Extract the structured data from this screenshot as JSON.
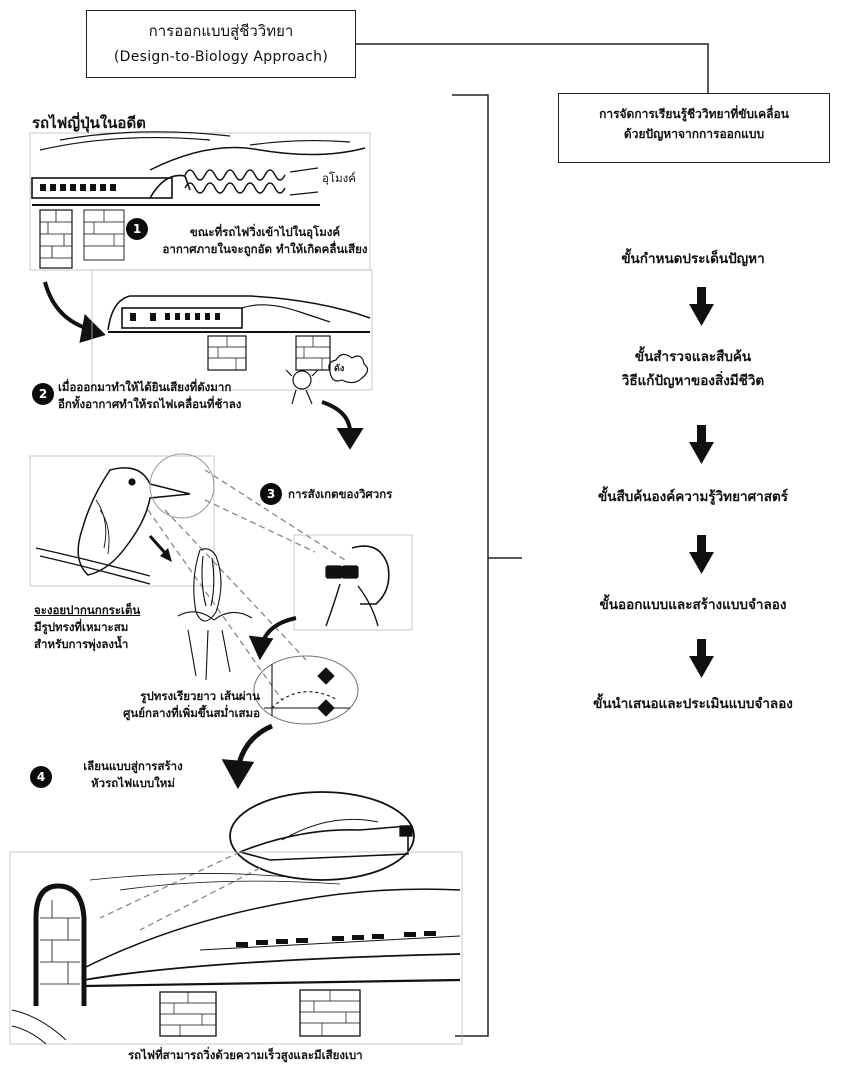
{
  "header": {
    "title_th": "การออกแบบสู่ชีววิทยา",
    "title_en": "(Design-to-Biology Approach)"
  },
  "right_box": {
    "line1": "การจัดการเรียนรู้ชีววิทยาที่ขับเคลื่อน",
    "line2": "ด้วยปัญหาจากการออกแบบ"
  },
  "steps": [
    {
      "line1": "ขั้นกำหนดประเด็นปัญหา",
      "line2": ""
    },
    {
      "line1": "ขั้นสำรวจและสืบค้น",
      "line2": "วิธีแก้ปัญหาของสิ่งมีชีวิต"
    },
    {
      "line1": "ขั้นสืบค้นองค์ความรู้วิทยาศาสตร์",
      "line2": ""
    },
    {
      "line1": "ขั้นออกแบบและสร้างแบบจำลอง",
      "line2": ""
    },
    {
      "line1": "ขั้นนำเสนอและประเมินแบบจำลอง",
      "line2": ""
    }
  ],
  "left": {
    "section_title": "รถไฟญี่ปุ่นในอดีต",
    "tunnel_label": "อุโมงค์",
    "sound_label": "ดัง",
    "notes": {
      "n1_line1": "ขณะที่รถไฟวิ่งเข้าไปในอุโมงค์",
      "n1_line2": "อากาศภายในจะถูกอัด ทำให้เกิดคลื่นเสียง",
      "n2_line1": "เมื่อออกมาทำให้ได้ยินเสียงที่ดังมาก",
      "n2_line2": "อีกทั้งอากาศทำให้รถไฟเคลื่อนที่ช้าลง",
      "n3": "การสังเกตของวิศวกร",
      "bird_line1": "จะงอยปากนกกระเต็น",
      "bird_line2": "มีรูปทรงที่เหมาะสม",
      "bird_line3": "สำหรับการพุ่งลงน้ำ",
      "shape_line1": "รูปทรงเรียวยาว เส้นผ่าน",
      "shape_line2": "ศูนย์กลางที่เพิ่มขึ้นสม่ำเสมอ",
      "n4_line1": "เลียนแบบสู่การสร้าง",
      "n4_line2": "หัวรถไฟแบบใหม่",
      "caption": "รถไฟที่สามารถวิ่งด้วยความเร็วสูงและมีเสียงเบา"
    },
    "numbers": [
      "1",
      "2",
      "3",
      "4"
    ]
  },
  "colors": {
    "ink": "#111111",
    "line": "#222222",
    "dashed": "#888888"
  },
  "icons": [
    "down-arrow-icon",
    "curved-arrow-icon",
    "binoculars-icon"
  ]
}
